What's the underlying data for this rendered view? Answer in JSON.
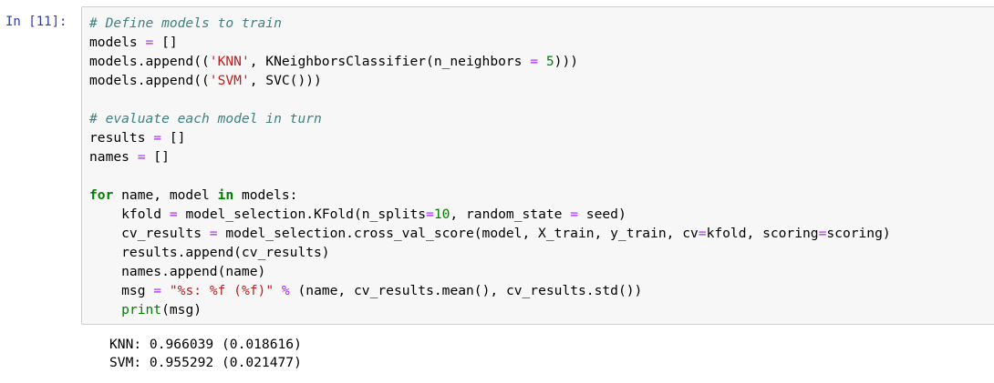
{
  "cell": {
    "prompt": "In [11]:",
    "code_lines": [
      [
        {
          "t": "c",
          "v": "# Define models to train"
        }
      ],
      [
        {
          "t": "n",
          "v": "models "
        },
        {
          "t": "o",
          "v": "="
        },
        {
          "t": "n",
          "v": " []"
        }
      ],
      [
        {
          "t": "n",
          "v": "models.append(("
        },
        {
          "t": "s",
          "v": "'KNN'"
        },
        {
          "t": "n",
          "v": ", KNeighborsClassifier(n_neighbors "
        },
        {
          "t": "o",
          "v": "="
        },
        {
          "t": "n",
          "v": " "
        },
        {
          "t": "m",
          "v": "5"
        },
        {
          "t": "n",
          "v": ")))"
        }
      ],
      [
        {
          "t": "n",
          "v": "models.append(("
        },
        {
          "t": "s",
          "v": "'SVM'"
        },
        {
          "t": "n",
          "v": ", SVC()))"
        }
      ],
      [],
      [
        {
          "t": "c",
          "v": "# evaluate each model in turn"
        }
      ],
      [
        {
          "t": "n",
          "v": "results "
        },
        {
          "t": "o",
          "v": "="
        },
        {
          "t": "n",
          "v": " []"
        }
      ],
      [
        {
          "t": "n",
          "v": "names "
        },
        {
          "t": "o",
          "v": "="
        },
        {
          "t": "n",
          "v": " []"
        }
      ],
      [],
      [
        {
          "t": "k",
          "v": "for"
        },
        {
          "t": "n",
          "v": " name, model "
        },
        {
          "t": "k",
          "v": "in"
        },
        {
          "t": "n",
          "v": " models:"
        }
      ],
      [
        {
          "t": "n",
          "v": "    kfold "
        },
        {
          "t": "o",
          "v": "="
        },
        {
          "t": "n",
          "v": " model_selection.KFold(n_splits"
        },
        {
          "t": "o",
          "v": "="
        },
        {
          "t": "m",
          "v": "10"
        },
        {
          "t": "n",
          "v": ", random_state "
        },
        {
          "t": "o",
          "v": "="
        },
        {
          "t": "n",
          "v": " seed)"
        }
      ],
      [
        {
          "t": "n",
          "v": "    cv_results "
        },
        {
          "t": "o",
          "v": "="
        },
        {
          "t": "n",
          "v": " model_selection.cross_val_score(model, X_train, y_train, cv"
        },
        {
          "t": "o",
          "v": "="
        },
        {
          "t": "n",
          "v": "kfold, scoring"
        },
        {
          "t": "o",
          "v": "="
        },
        {
          "t": "n",
          "v": "scoring)"
        }
      ],
      [
        {
          "t": "n",
          "v": "    results.append(cv_results)"
        }
      ],
      [
        {
          "t": "n",
          "v": "    names.append(name)"
        }
      ],
      [
        {
          "t": "n",
          "v": "    msg "
        },
        {
          "t": "o",
          "v": "="
        },
        {
          "t": "n",
          "v": " "
        },
        {
          "t": "s",
          "v": "\"%s: %f (%f)\""
        },
        {
          "t": "n",
          "v": " "
        },
        {
          "t": "o",
          "v": "%"
        },
        {
          "t": "n",
          "v": " (name, cv_results.mean(), cv_results.std())"
        }
      ],
      [
        {
          "t": "n",
          "v": "    "
        },
        {
          "t": "b",
          "v": "print"
        },
        {
          "t": "n",
          "v": "(msg)"
        }
      ]
    ],
    "output_lines": [
      "KNN: 0.966039 (0.018616)",
      "SVM: 0.955292 (0.021477)"
    ]
  }
}
